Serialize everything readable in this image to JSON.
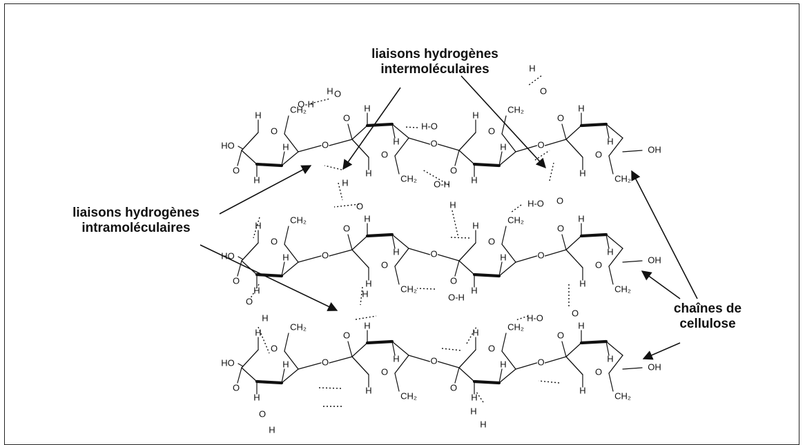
{
  "labels": {
    "intermolecular": {
      "line1": "liaisons hydrogènes",
      "line2": "intermoléculaires"
    },
    "intramolecular": {
      "line1": "liaisons hydrogènes",
      "line2": "intramoléculaires"
    },
    "chains": {
      "line1": "chaînes de",
      "line2": "cellulose"
    }
  },
  "atoms": {
    "oxygen": "O",
    "hydrogen": "H",
    "methylene": "CH₂",
    "hydroxyl": "OH",
    "hydroxyl_left": "HO",
    "hydrogen_oxygen": "H-O",
    "oxygen_hydrogen": "O-H"
  },
  "colors": {
    "ink": "#111111",
    "border": "#222222",
    "background": "#ffffff"
  }
}
